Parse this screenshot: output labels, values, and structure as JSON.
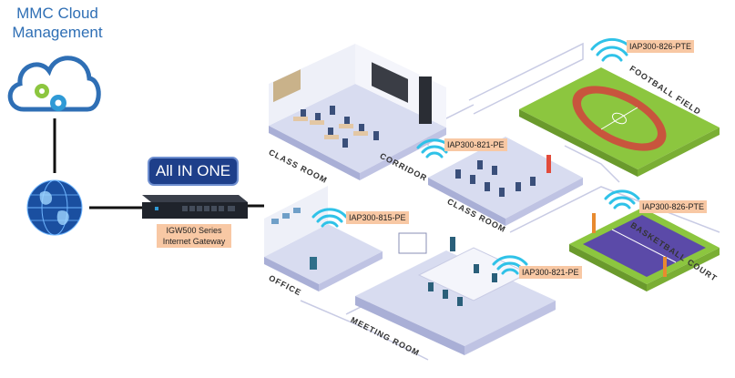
{
  "cloud": {
    "title_line1": "MMC Cloud",
    "title_line2": "Management"
  },
  "gateway": {
    "badge": "All IN ONE",
    "label_line1": "IGW500 Series",
    "label_line2": "Internet Gateway"
  },
  "access_points": [
    {
      "id": "ap-football",
      "label": "IAP300-826-PTE"
    },
    {
      "id": "ap-corridor",
      "label": "IAP300-821-PE"
    },
    {
      "id": "ap-basketball",
      "label": "IAP300-826-PTE"
    },
    {
      "id": "ap-office",
      "label": "IAP300-815-PE"
    },
    {
      "id": "ap-meeting",
      "label": "IAP300-821-PE"
    }
  ],
  "rooms": {
    "class_room_1": "CLASS ROOM",
    "corridor": "CORRIDOR",
    "class_room_2": "CLASS ROOM",
    "football": "FOOTBALL FIELD",
    "basketball": "BASKETBALL COURT",
    "office": "OFFICE",
    "meeting": "MEETING ROOM"
  },
  "colors": {
    "floor": "#d8dcf0",
    "floor_side": "#a9afd6",
    "grass": "#8cc63f",
    "track": "#c8553d",
    "court": "#5b4aa8",
    "accent_blue": "#1e3f8a",
    "tag_bg": "#f8c8a4"
  }
}
